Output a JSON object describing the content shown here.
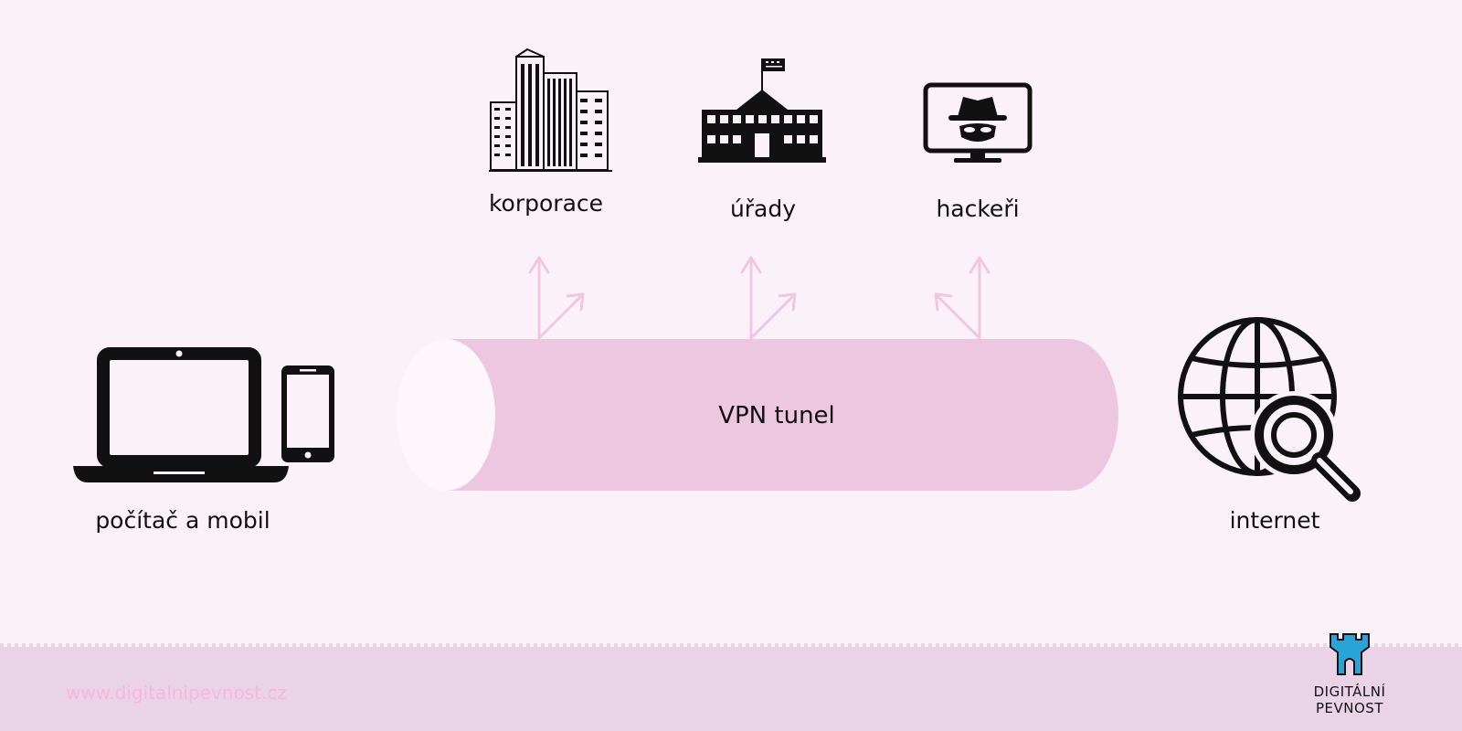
{
  "nodes": {
    "corporations": {
      "label": "korporace",
      "icon": "office-buildings-icon"
    },
    "authorities": {
      "label": "úřady",
      "icon": "government-building-icon"
    },
    "hackers": {
      "label": "hackeři",
      "icon": "hacker-monitor-icon"
    },
    "devices": {
      "label": "počítač a mobil",
      "icon": "laptop-and-phone-icon"
    },
    "internet": {
      "label": "internet",
      "icon": "globe-search-icon"
    }
  },
  "tunnel": {
    "label": "VPN tunel"
  },
  "footer": {
    "url": "www.digitalnipevnost.cz",
    "brand_line1": "DIGITÁLNÍ",
    "brand_line2": "PEVNOST",
    "brand_icon": "castle-tower-icon"
  },
  "colors": {
    "background": "#fbf1f8",
    "tunnel": "#edc7df",
    "tunnel_opening": "#fdf7fb",
    "arrows": "#f0c6e0",
    "footer": "#ead3e6",
    "url": "#f3b8dc",
    "brand_icon": "#29a3d8",
    "icons": "#111111"
  }
}
